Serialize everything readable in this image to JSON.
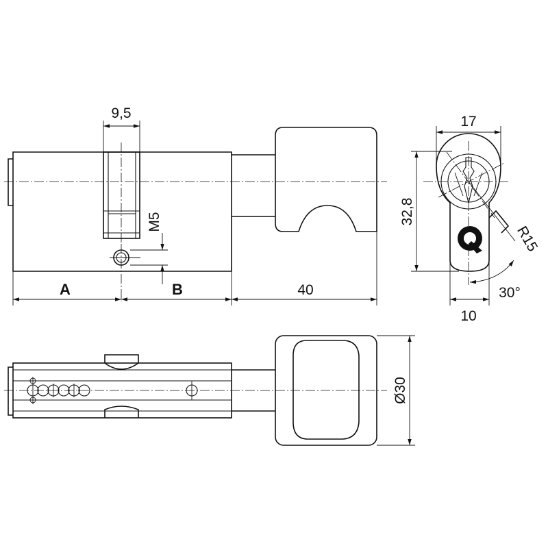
{
  "drawing": {
    "top_view": {
      "dim_cam_width": "9,5",
      "dim_screw": "M5",
      "dim_a": "A",
      "dim_b": "B",
      "dim_knob": "40"
    },
    "profile_view": {
      "dim_width": "17",
      "dim_height": "32,8",
      "dim_radius": "R15",
      "dim_angle": "30°",
      "dim_bottom": "10",
      "logo_letter": "Q"
    },
    "bottom_view": {
      "dim_knob_diameter": "Ø30"
    }
  }
}
